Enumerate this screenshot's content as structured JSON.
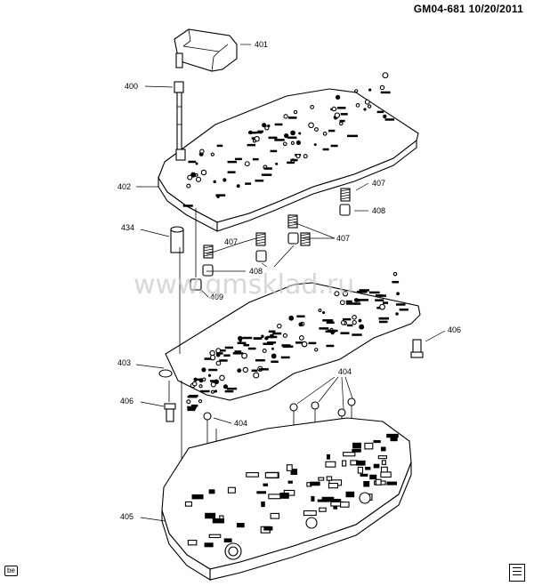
{
  "header": {
    "code": "GM04-681",
    "date": "10/20/2011"
  },
  "watermark": "www.gmsklad.ru",
  "corner_left": "be",
  "corner_right_icon": "spec-sheet-icon",
  "callouts": {
    "c401": "401",
    "c400": "400",
    "c402": "402",
    "c407a": "407",
    "c408a": "408",
    "c434": "434",
    "c407b": "407",
    "c407c": "407",
    "c408b": "408",
    "c409": "409",
    "c406a": "406",
    "c403": "403",
    "c404a": "404",
    "c406b": "406",
    "c404b": "404",
    "c405": "405"
  }
}
